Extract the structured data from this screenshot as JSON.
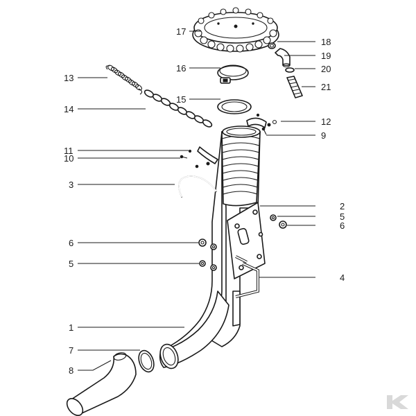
{
  "callouts": {
    "c1": "1",
    "c2": "2",
    "c3": "3",
    "c4": "4",
    "c5a": "5",
    "c5b": "5",
    "c6a": "6",
    "c6b": "6",
    "c7": "7",
    "c8": "8",
    "c9": "9",
    "c10": "10",
    "c11": "11",
    "c12": "12",
    "c13": "13",
    "c14": "14",
    "c15": "15",
    "c16": "16",
    "c17": "17",
    "c18": "18",
    "c19": "19",
    "c20": "20",
    "c21": "21"
  },
  "colors": {
    "line": "#1a1a1a",
    "background": "#ffffff",
    "logo": "#d9d9d9"
  },
  "icons": {
    "logo": "brand-logo-icon"
  }
}
